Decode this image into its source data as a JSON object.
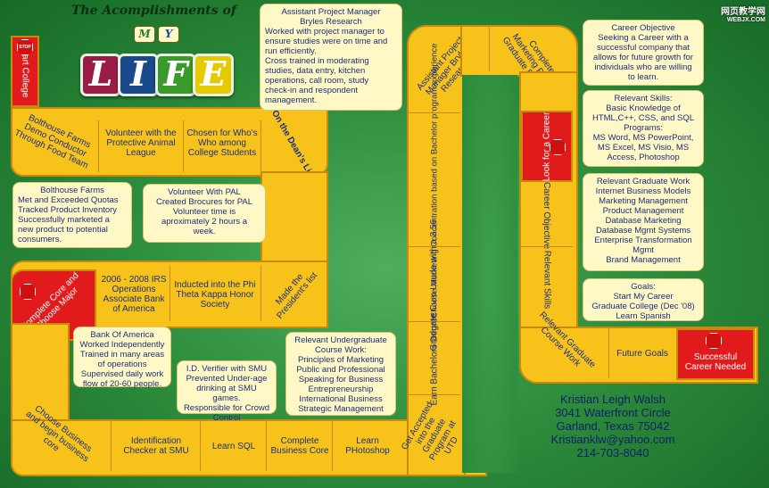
{
  "title": {
    "main": "The Acomplishments of",
    "my": [
      "M",
      "Y"
    ],
    "life": [
      "L",
      "I",
      "F",
      "E"
    ]
  },
  "watermark": {
    "line1": "网页教学网",
    "line2": "WEBJX.COM"
  },
  "colors": {
    "track": "#f7c31a",
    "stop": "#e11b1b",
    "card": "#fdf8c6",
    "text": "#1f2f7a"
  },
  "board": {
    "start": "Start College",
    "row1": [
      "Bolthouse Farms Demo Conductor Through Food Team",
      "Volunteer with the Protective Animal League",
      "Chosen for Who's Who among College Students",
      "On the Dean's List"
    ],
    "row2": [
      "Complete Core and Choose Major",
      "2006 - 2008 IRS Operations Associate Bank of America",
      "Inducted into the Phi Theta Kappa Honor Society",
      "Made the President's list"
    ],
    "row3": [
      "Choose Business and begin business core",
      "Identification Checker at SMU",
      "Learn SQL",
      "Complete Business Core",
      "Learn PHotoshop",
      "Get Accepted into the Graduate Program at UTD"
    ],
    "col_up": [
      "Earn Bachelors Degree",
      "Graduate Cum Laude with a 3.56",
      "Choose Marketing Concentration based on Bachelor program experience",
      "Assistant Project Manager Bryles Research"
    ],
    "col_top": [
      "Complete Marketing Part of Graduate Program"
    ],
    "col_down": [
      "Look for a Career",
      "Career Objective",
      "Relevant Skills",
      "Relevant Graduate Course Work"
    ],
    "end": [
      "Future Goals",
      "Successful Career Needed"
    ],
    "stop_text": "STOP"
  },
  "cards": {
    "apm": [
      "Assistant Project Manager",
      "Bryles Research",
      "Worked with project manager to",
      "ensure studies were on time and",
      "run efficiently.",
      "Cross trained in moderating",
      "studies, data entry, kitchen",
      "operations, call room, study",
      "check-in and respondent",
      "management."
    ],
    "bolthouse": [
      "Bolthouse Farms",
      "Met and Exceeded Quotas",
      "Tracked Product Inventory",
      "Successfully marketed a",
      "new product to potential",
      "consumers."
    ],
    "pal": [
      "Volunteer With PAL",
      "Created Brocures for PAL",
      "Volunteer time is",
      "aproximately 2 hours a",
      "week."
    ],
    "boa": [
      "Bank Of America",
      "Worked Independently",
      "Trained in many areas",
      "of operations",
      "Supervised daily work",
      "flow of 20-60 people."
    ],
    "smu": [
      "I.D. Verifier with SMU",
      "Prevented Under-age",
      "drinking at SMU games.",
      "Responsible for Crowd",
      "Control"
    ],
    "undergrad": [
      "Relevant Undergraduate",
      "Course Work:",
      "Principles of Marketing",
      "Public and Professional",
      "Speaking for Business",
      "Entrepreneurship",
      "International Business",
      "Strategic Management"
    ],
    "objective": [
      "Career Objective",
      "Seeking a Career with a",
      "successful company that",
      "allows for future growth for",
      "individuals who are willing",
      "to learn."
    ],
    "skills": [
      "Relevant Skills:",
      "Basic Knowledge of",
      "HTML,C++, CSS, and SQL",
      "Programs:",
      "MS Word, MS PowerPoint,",
      "MS Excel, MS Visio, MS",
      "Access, Photoshop"
    ],
    "gradwork": [
      "Relevant Graduate Work",
      "Internet Business Models",
      "Marketing Management",
      "Product Management",
      "Database Marketing",
      "Database Mgmt Systems",
      "Enterprise Transformation",
      "Mgmt",
      "Brand Management"
    ],
    "goals": [
      "Goals:",
      "Start My Career",
      "Graduate College (Dec '08)",
      "Learn Spanish"
    ]
  },
  "contact": [
    "Kristian Leigh Walsh",
    "3041 Waterfront Circle",
    "Garland, Texas 75042",
    "Kristianklw@yahoo.com",
    "214-703-8040"
  ]
}
